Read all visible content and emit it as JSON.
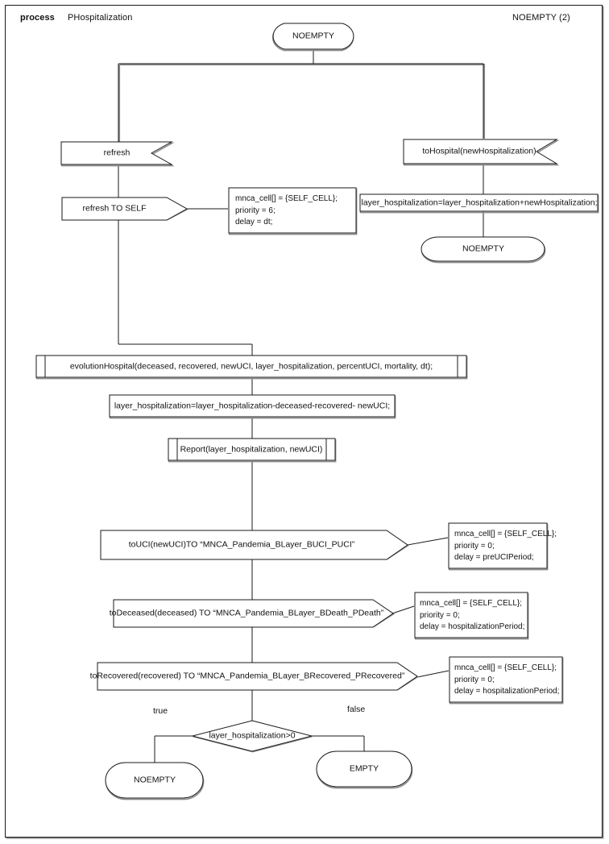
{
  "header": {
    "keyword": "process",
    "process_name": "PHospitalization",
    "state_right": "NOEMPTY (2)"
  },
  "diagram": {
    "type": "sdl-process-flowchart",
    "start_state": "NOEMPTY",
    "nodes": {
      "start_state": "NOEMPTY",
      "input_refresh": "refresh",
      "output_refresh_self": "refresh TO SELF",
      "note_refresh": "mnca_cell[] = {SELF_CELL};\npriority = 6;\ndelay = dt;",
      "note_refresh_lines": [
        "mnca_cell[] = {SELF_CELL};",
        "priority = 6;",
        "delay = dt;"
      ],
      "input_tohospital": "toHospital(newHospitalization)",
      "task_add_hospitalization": "layer_hospitalization=layer_hospitalization+newHospitalization;",
      "state_after_hospital": "NOEMPTY",
      "proc_evolution": "evolutionHospital(deceased, recovered, newUCI, layer_hospitalization, percentUCI, mortality, dt);",
      "task_subtract": "layer_hospitalization=layer_hospitalization-deceased-recovered- newUCI;",
      "proc_report": "Report(layer_hospitalization, newUCI)",
      "output_touci": "toUCI(newUCI)TO “MNCA_Pandemia_BLayer_BUCI_PUCI”",
      "note_touci_lines": [
        "mnca_cell[] = {SELF_CELL};",
        "priority = 0;",
        "delay = preUCIPeriod;"
      ],
      "output_todeceased": "toDeceased(deceased) TO “MNCA_Pandemia_BLayer_BDeath_PDeath”",
      "note_todeceased_lines": [
        "mnca_cell[] = {SELF_CELL};",
        "priority = 0;",
        "delay = hospitalizationPeriod;"
      ],
      "output_torecovered": "toRecovered(recovered) TO “MNCA_Pandemia_BLayer_BRecovered_PRecovered”",
      "note_torecovered_lines": [
        "mnca_cell[] = {SELF_CELL};",
        "priority = 0;",
        "delay = hospitalizationPeriod;"
      ],
      "decision": "layer_hospitalization>0",
      "branch_true_label": "true",
      "branch_false_label": "false",
      "state_true": "NOEMPTY",
      "state_false": "EMPTY"
    },
    "colors": {
      "stroke": "#1a1a1a",
      "shadow": "#8d8d8d",
      "background": "#ffffff",
      "text": "#111111"
    }
  }
}
